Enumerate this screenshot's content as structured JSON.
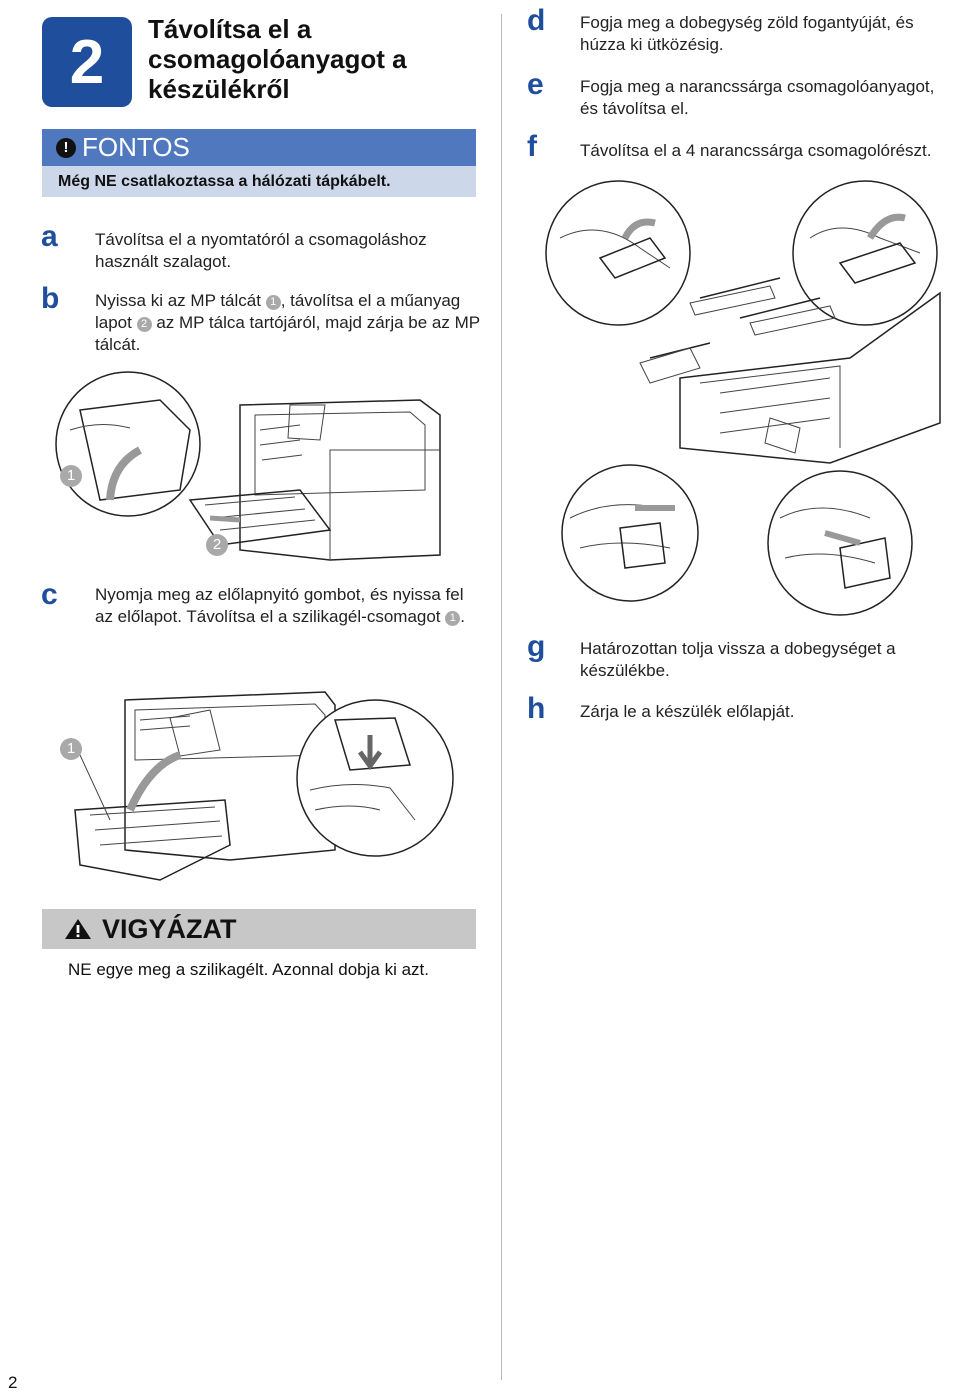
{
  "header": {
    "step_number": "2",
    "title": "Távolítsa el a csomagolóanyagot a készülékről"
  },
  "important": {
    "label": "FONTOS",
    "text": "Még NE csatlakoztassa a hálózati tápkábelt."
  },
  "left_steps": {
    "a": {
      "letter": "a",
      "text": "Távolítsa el a nyomtatóról a csomagoláshoz használt szalagot."
    },
    "b": {
      "letter": "b",
      "pre": "Nyissa ki az MP tálcát ",
      "n1": "1",
      "mid": ", távolítsa el a műanyag lapot ",
      "n2": "2",
      "post": " az MP tálca tartójáról, majd zárja be az MP tálcát."
    },
    "c": {
      "letter": "c",
      "pre": "Nyomja meg az előlapnyitó gombot, és nyissa fel az előlapot. Távolítsa el a szilikagél-csomagot ",
      "n1": "1",
      "post": "."
    }
  },
  "right_steps": {
    "d": {
      "letter": "d",
      "text": "Fogja meg a dobegység zöld fogantyúját, és húzza ki ütközésig."
    },
    "e": {
      "letter": "e",
      "text": "Fogja meg a narancssárga csomagolóanyagot, és távolítsa el."
    },
    "f": {
      "letter": "f",
      "text": "Távolítsa el a 4 narancssárga csomagolórészt."
    },
    "g": {
      "letter": "g",
      "text": "Határozottan tolja vissza a dobegységet a készülékbe."
    },
    "h": {
      "letter": "h",
      "text": "Zárja le a készülék előlapját."
    }
  },
  "callouts": {
    "b_one": "1",
    "b_two": "2",
    "c_one": "1"
  },
  "caution": {
    "label": "VIGYÁZAT",
    "text": "NE egye meg a szilikagélt. Azonnal dobja ki azt."
  },
  "page_number": "2",
  "colors": {
    "accent": "#1f4e9c",
    "important_header": "#4f78bf",
    "important_body": "#cdd7ea",
    "caution_bg": "#c7c7c7",
    "callout": "#a9a9a9"
  },
  "icons": {
    "important": "exclamation-icon",
    "caution": "warning-triangle-icon"
  }
}
